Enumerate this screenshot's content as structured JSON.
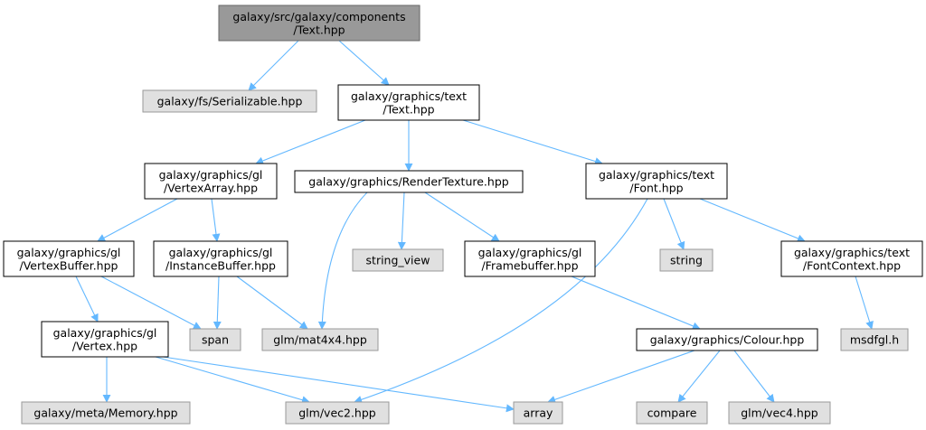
{
  "graph": {
    "colors": {
      "edge": "#63b8ff",
      "root_fill": "#999999",
      "root_stroke": "#666666",
      "node_fill": "#ffffff",
      "node_stroke": "#000000",
      "external_fill": "#e0e0e0",
      "external_stroke": "#999999"
    },
    "nodes": [
      {
        "id": "root",
        "kind": "root",
        "lines": [
          "galaxy/src/galaxy/components",
          "/Text.hpp"
        ]
      },
      {
        "id": "serializable",
        "kind": "external",
        "lines": [
          "galaxy/fs/Serializable.hpp"
        ]
      },
      {
        "id": "text_hpp",
        "kind": "node",
        "lines": [
          "galaxy/graphics/text",
          "/Text.hpp"
        ]
      },
      {
        "id": "vertexarray",
        "kind": "node",
        "lines": [
          "galaxy/graphics/gl",
          "/VertexArray.hpp"
        ]
      },
      {
        "id": "rendertexture",
        "kind": "node",
        "lines": [
          "galaxy/graphics/RenderTexture.hpp"
        ]
      },
      {
        "id": "font",
        "kind": "node",
        "lines": [
          "galaxy/graphics/text",
          "/Font.hpp"
        ]
      },
      {
        "id": "vertexbuffer",
        "kind": "node",
        "lines": [
          "galaxy/graphics/gl",
          "/VertexBuffer.hpp"
        ]
      },
      {
        "id": "instancebuffer",
        "kind": "node",
        "lines": [
          "galaxy/graphics/gl",
          "/InstanceBuffer.hpp"
        ]
      },
      {
        "id": "string_view",
        "kind": "external",
        "lines": [
          "string_view"
        ]
      },
      {
        "id": "framebuffer",
        "kind": "node",
        "lines": [
          "galaxy/graphics/gl",
          "/Framebuffer.hpp"
        ]
      },
      {
        "id": "string",
        "kind": "external",
        "lines": [
          "string"
        ]
      },
      {
        "id": "fontcontext",
        "kind": "node",
        "lines": [
          "galaxy/graphics/text",
          "/FontContext.hpp"
        ]
      },
      {
        "id": "vertex",
        "kind": "node",
        "lines": [
          "galaxy/graphics/gl",
          "/Vertex.hpp"
        ]
      },
      {
        "id": "span",
        "kind": "external",
        "lines": [
          "span"
        ]
      },
      {
        "id": "mat4x4",
        "kind": "external",
        "lines": [
          "glm/mat4x4.hpp"
        ]
      },
      {
        "id": "colour",
        "kind": "node",
        "lines": [
          "galaxy/graphics/Colour.hpp"
        ]
      },
      {
        "id": "msdfgl",
        "kind": "external",
        "lines": [
          "msdfgl.h"
        ]
      },
      {
        "id": "memory",
        "kind": "external",
        "lines": [
          "galaxy/meta/Memory.hpp"
        ]
      },
      {
        "id": "vec2",
        "kind": "external",
        "lines": [
          "glm/vec2.hpp"
        ]
      },
      {
        "id": "array",
        "kind": "external",
        "lines": [
          "array"
        ]
      },
      {
        "id": "compare",
        "kind": "external",
        "lines": [
          "compare"
        ]
      },
      {
        "id": "vec4",
        "kind": "external",
        "lines": [
          "glm/vec4.hpp"
        ]
      }
    ],
    "edges": [
      {
        "from": "root",
        "to": "serializable"
      },
      {
        "from": "root",
        "to": "text_hpp"
      },
      {
        "from": "text_hpp",
        "to": "vertexarray"
      },
      {
        "from": "text_hpp",
        "to": "rendertexture"
      },
      {
        "from": "text_hpp",
        "to": "font"
      },
      {
        "from": "vertexarray",
        "to": "vertexbuffer"
      },
      {
        "from": "vertexarray",
        "to": "instancebuffer"
      },
      {
        "from": "vertexbuffer",
        "to": "vertex"
      },
      {
        "from": "vertexbuffer",
        "to": "span"
      },
      {
        "from": "instancebuffer",
        "to": "span"
      },
      {
        "from": "instancebuffer",
        "to": "mat4x4"
      },
      {
        "from": "rendertexture",
        "to": "mat4x4"
      },
      {
        "from": "rendertexture",
        "to": "string_view"
      },
      {
        "from": "rendertexture",
        "to": "framebuffer"
      },
      {
        "from": "framebuffer",
        "to": "colour"
      },
      {
        "from": "font",
        "to": "vec2"
      },
      {
        "from": "font",
        "to": "string"
      },
      {
        "from": "font",
        "to": "fontcontext"
      },
      {
        "from": "fontcontext",
        "to": "msdfgl"
      },
      {
        "from": "vertex",
        "to": "memory"
      },
      {
        "from": "vertex",
        "to": "vec2"
      },
      {
        "from": "vertex",
        "to": "array"
      },
      {
        "from": "colour",
        "to": "array"
      },
      {
        "from": "colour",
        "to": "compare"
      },
      {
        "from": "colour",
        "to": "vec4"
      }
    ]
  }
}
